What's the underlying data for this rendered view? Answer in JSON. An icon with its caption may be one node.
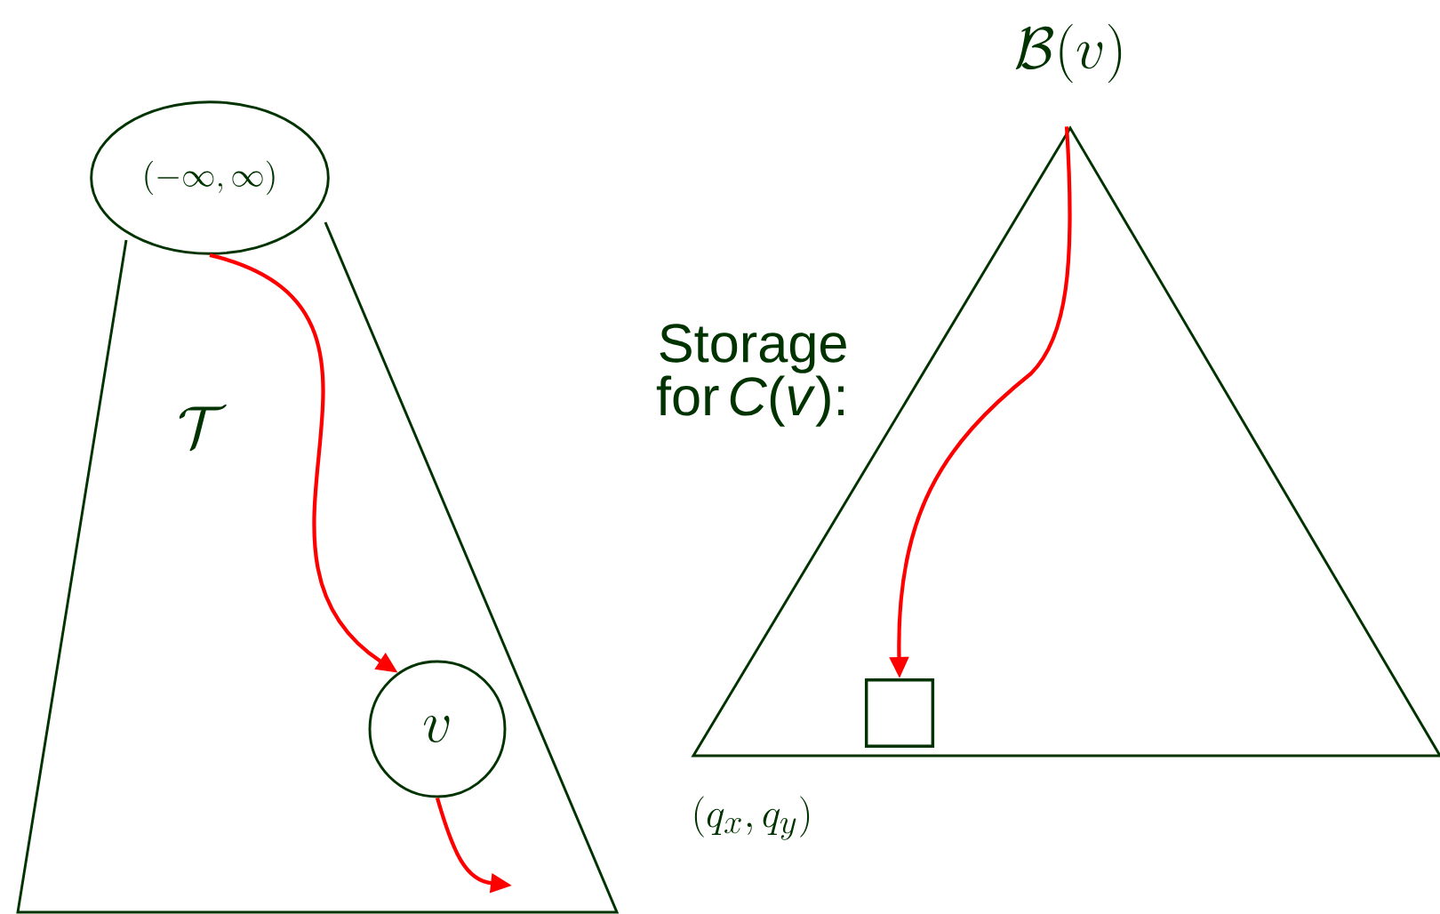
{
  "diagram": {
    "nodes": [
      {
        "text": [
          "(-\\infty,\\infty)"
        ]
      },
      {
        "text": [
          "\\mathcal{T}"
        ]
      },
      {
        "text": [
          "v"
        ],
        "in": 1
      },
      {
        "text": [
          "\\mathcal{B}(v)"
        ],
        "beside": [
          "Storage for *C*(*v*):",
          "(q_x,q_y)"
        ]
      },
      {
        "text": [],
        "shape": "box",
        "in": 3
      }
    ],
    "edges": [
      {
        "from": 0,
        "to": 2,
        "arrow": "to"
      },
      {
        "from": 2,
        "to": null,
        "arrow": "to"
      },
      {
        "from": 3,
        "to": 4,
        "arrow": "to"
      }
    ]
  }
}
